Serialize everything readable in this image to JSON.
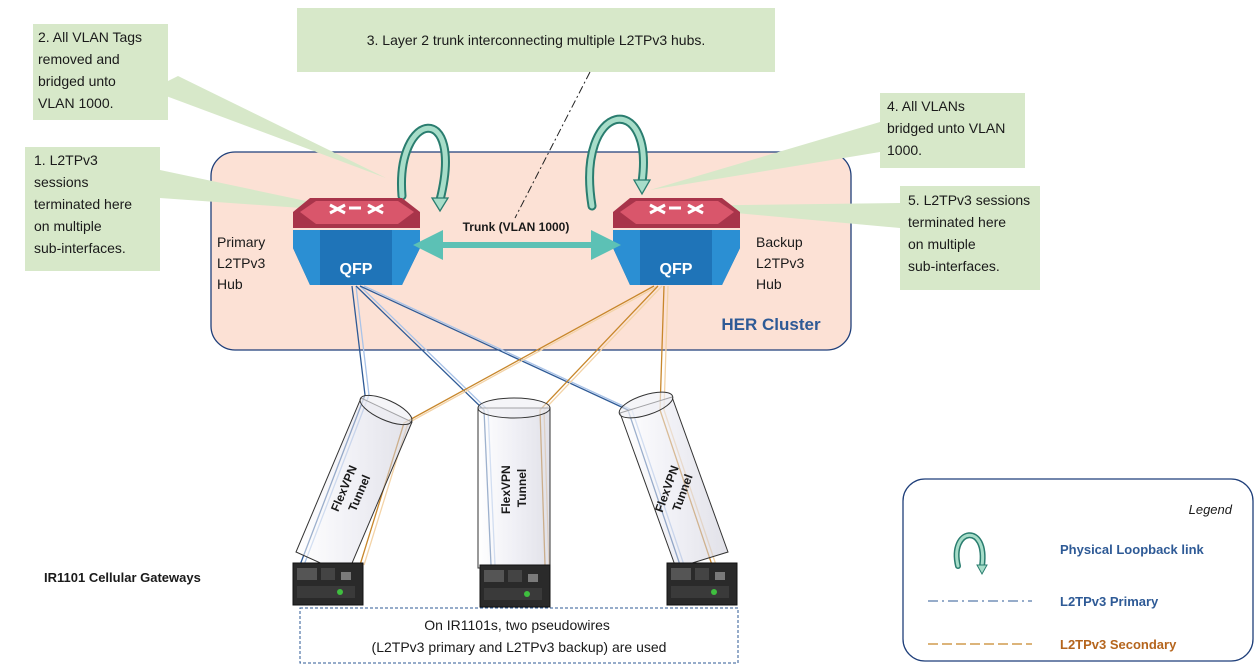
{
  "callouts": {
    "c1": [
      "1. L2TPv3",
      "sessions",
      "terminated here",
      "on multiple",
      "sub-interfaces."
    ],
    "c2": [
      "2. All VLAN Tags",
      "removed and",
      "bridged unto",
      "VLAN 1000."
    ],
    "c3": [
      "3. Layer 2 trunk interconnecting multiple L2TPv3 hubs."
    ],
    "c4": [
      "4. All VLANs",
      "bridged unto VLAN",
      "1000."
    ],
    "c5": [
      "5. L2TPv3 sessions",
      "terminated here",
      "on multiple",
      "sub-interfaces."
    ]
  },
  "cluster": {
    "label": "HER Cluster"
  },
  "hubs": {
    "primary": {
      "label": [
        "Primary",
        "L2TPv3",
        "Hub"
      ],
      "chip": "QFP"
    },
    "backup": {
      "label": [
        "Backup",
        "L2TPv3",
        "Hub"
      ],
      "chip": "QFP"
    }
  },
  "trunk": {
    "label": "Trunk (VLAN 1000)"
  },
  "tunnels": [
    {
      "label": [
        "FlexVPN",
        "Tunnel"
      ]
    },
    {
      "label": [
        "FlexVPN",
        "Tunnel"
      ]
    },
    {
      "label": [
        "FlexVPN",
        "Tunnel"
      ]
    }
  ],
  "gateways": {
    "label": "IR1101 Cellular Gateways"
  },
  "note": {
    "lines": [
      "On IR1101s, two pseudowires",
      "(L2TPv3 primary and L2TPv3 backup) are used"
    ]
  },
  "legend": {
    "title": "Legend",
    "items": [
      {
        "label": "Physical Loopback link",
        "color": "#2e5a96"
      },
      {
        "label": "L2TPv3 Primary",
        "color": "#2e5a96"
      },
      {
        "label": "L2TPv3 Secondary",
        "color": "#b5651d"
      }
    ]
  },
  "colors": {
    "callout_fill": "#d7e8c9",
    "cluster_fill": "#fce1d5",
    "cluster_border": "#1f3f7a",
    "router_top": "#c8475a",
    "router_side": "#2b8fd3",
    "trunk_arrow": "#5cc1b5",
    "primary_line": "#2e5a96",
    "secondary_line": "#c8872b"
  }
}
